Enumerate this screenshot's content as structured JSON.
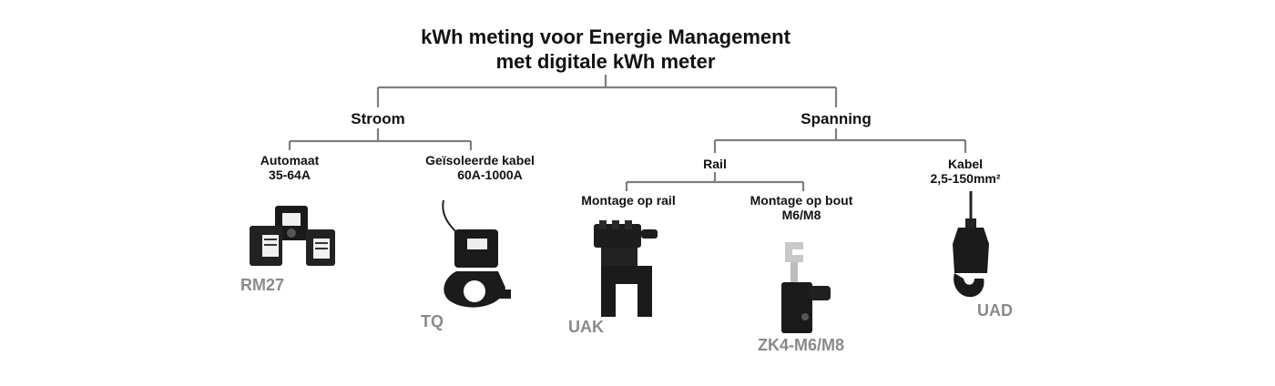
{
  "title": {
    "line1": "kWh meting voor Energie Management",
    "line2": "met digitale kWh meter"
  },
  "nodes": {
    "stroom": "Stroom",
    "spanning": "Spanning",
    "automaat": {
      "line1": "Automaat",
      "line2": "35-64A"
    },
    "kabel_geisoleerd": {
      "line1": "Geïsoleerde kabel",
      "line2": "60A-1000A"
    },
    "rail": "Rail",
    "kabel": {
      "line1": "Kabel",
      "line2": "2,5-150mm²"
    },
    "montage_rail": "Montage op rail",
    "montage_bout": {
      "line1": "Montage op bout",
      "line2": "M6/M8"
    }
  },
  "products": {
    "rm27": "RM27",
    "tq": "TQ",
    "uak": "UAK",
    "zk4": "ZK4-M6/M8",
    "uad": "UAD"
  },
  "colors": {
    "connector": "#7f7f7f",
    "product_label": "#8a8a8a",
    "device_body": "#1a1a1a",
    "text": "#111111"
  }
}
